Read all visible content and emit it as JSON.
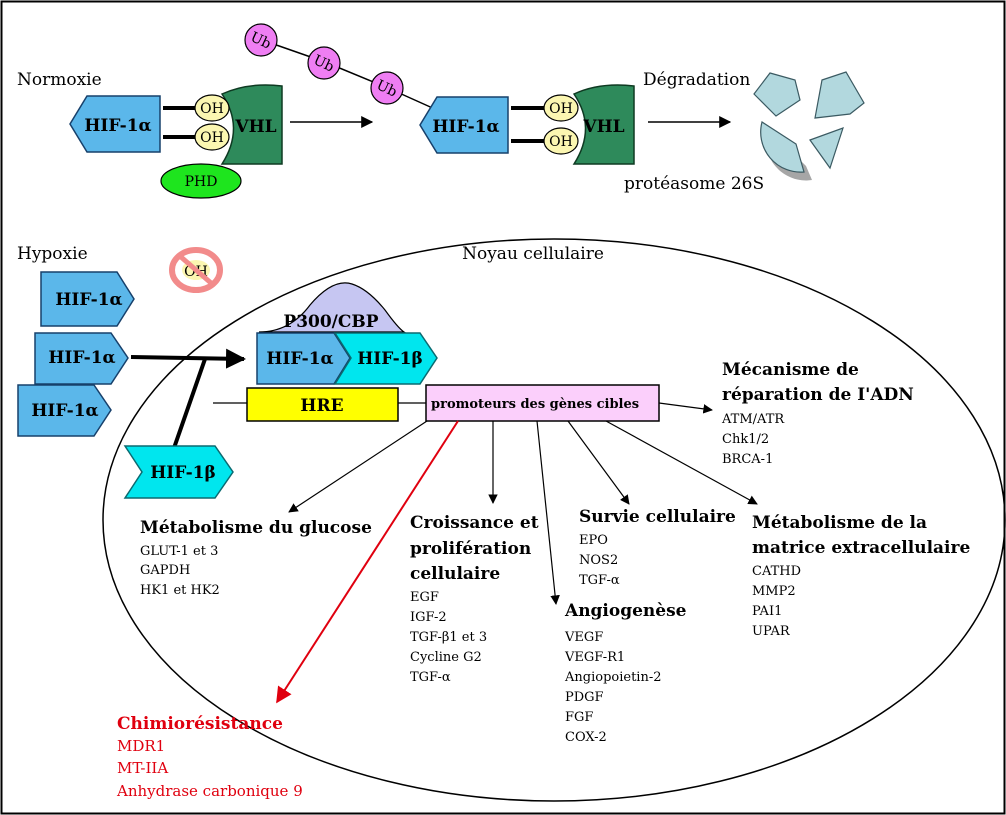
{
  "normoxie": {
    "label": "Normoxie",
    "hif1a": "HIF-1α",
    "oh_top": "OH",
    "oh_bottom": "OH",
    "vhl": "VHL",
    "phd": "PHD"
  },
  "ubiquitin": [
    "Ub",
    "Ub",
    "Ub"
  ],
  "degradation": {
    "hif1a": "HIF-1α",
    "oh_top": "OH",
    "oh_bottom": "OH",
    "vhl": "VHL",
    "label": "Dégradation",
    "proteasome": "protéasome 26S"
  },
  "hypoxie": {
    "label": "Hypoxie",
    "oh_blocked": "OH",
    "hif1a_a": "HIF-1α",
    "hif1a_b": "HIF-1α",
    "hif1a_c": "HIF-1α",
    "hif1b": "HIF-1β"
  },
  "noyau": {
    "label": "Noyau cellulaire",
    "p300": "P300/CBP",
    "complex_hif1a": "HIF-1α",
    "complex_hif1b": "HIF-1β",
    "hre": "HRE",
    "promoteurs": "promoteurs des gènes cibles"
  },
  "targets": {
    "adn": {
      "title_1": "Mécanisme de",
      "title_2": "réparation de I'ADN",
      "genes": [
        "ATM/ATR",
        "Chk1/2",
        "BRCA-1"
      ]
    },
    "glucose": {
      "title": "Métabolisme du glucose",
      "genes": [
        "GLUT-1 et 3",
        "GAPDH",
        "HK1 et HK2"
      ]
    },
    "croissance": {
      "title_1": "Croissance et",
      "title_2": "prolifération",
      "title_3": "cellulaire",
      "genes": [
        "EGF",
        "IGF-2",
        "TGF-β1 et 3",
        "Cycline G2",
        "TGF-α"
      ]
    },
    "survie": {
      "title": "Survie cellulaire",
      "genes": [
        "EPO",
        "NOS2",
        "TGF-α"
      ]
    },
    "angio": {
      "title": "Angiogenèse",
      "genes": [
        "VEGF",
        "VEGF-R1",
        "Angiopoietin-2",
        "PDGF",
        "FGF",
        "COX-2"
      ]
    },
    "matrice": {
      "title_1": "Métabolisme de la",
      "title_2": "matrice extracellulaire",
      "genes": [
        "CATHD",
        "MMP2",
        "PAI1",
        "UPAR"
      ]
    },
    "chimio": {
      "title": "Chimiorésistance",
      "genes": [
        "MDR1",
        "MT-IIA",
        "Anhydrase carbonique 9"
      ]
    }
  },
  "colors": {
    "hif1a": "#5bb7ea",
    "hif1b": "#00e6ee",
    "oh": "#fbf6b1",
    "vhl": "#2e8a5b",
    "phd": "#1ee51e",
    "ub": "#ef7ef3",
    "p300": "#c6c6f2",
    "hre": "#ffff00",
    "promoteurs": "#fbcffb",
    "proteasome": "#b2d8de",
    "red": "#e0000f"
  }
}
